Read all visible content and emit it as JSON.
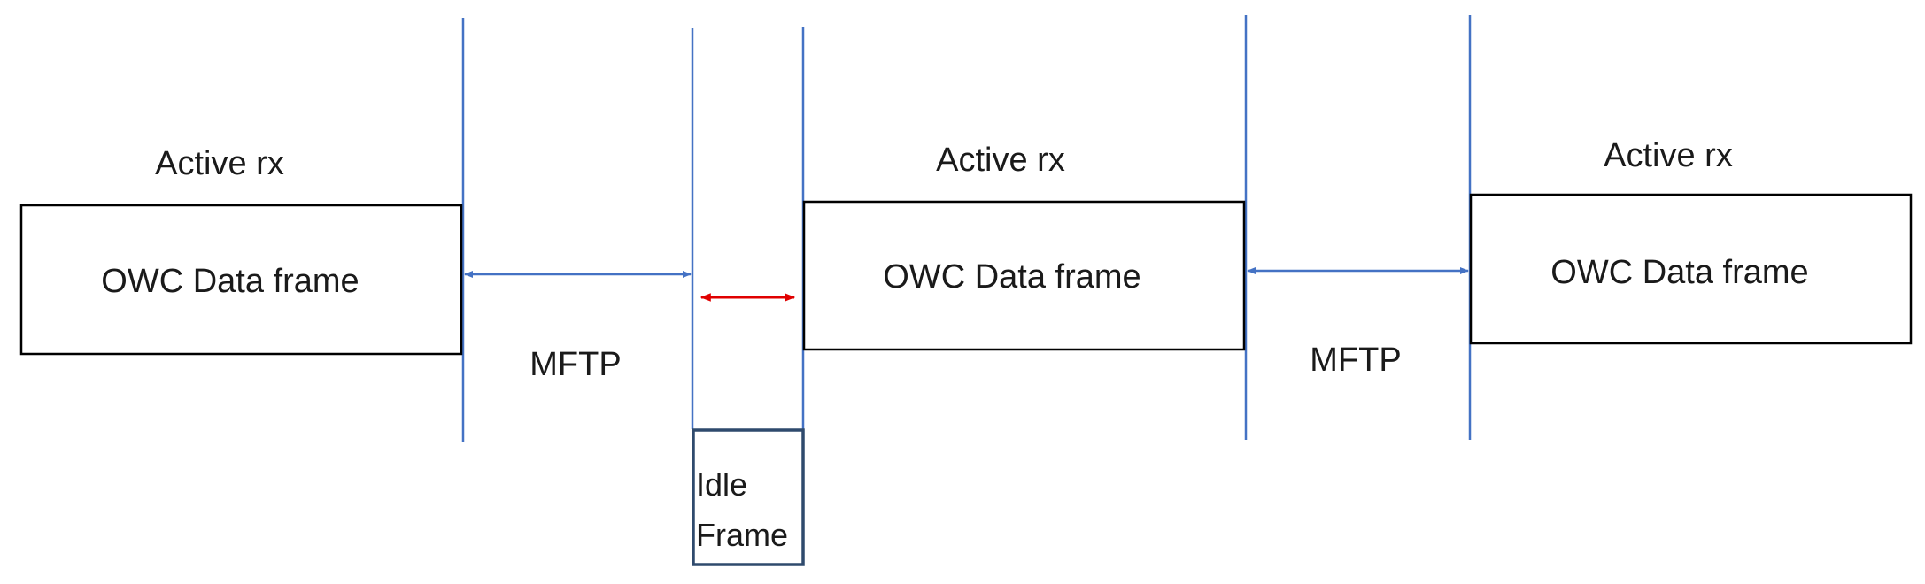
{
  "colors": {
    "line": "#4472c4",
    "box_border": "#000000",
    "idle_border": "#2f4a6d",
    "idle_arrow": "#e00000",
    "text": "#1a1a1a"
  },
  "frames": [
    {
      "active_label": "Active rx",
      "frame_label": "OWC Data frame"
    },
    {
      "active_label": "Active rx",
      "frame_label": "OWC Data frame"
    },
    {
      "active_label": "Active rx",
      "frame_label": "OWC Data frame"
    }
  ],
  "gaps": [
    {
      "label": "MFTP"
    },
    {
      "label": "MFTP"
    }
  ],
  "idle_frame": {
    "label_line1": "Idle",
    "label_line2": "Frame"
  }
}
